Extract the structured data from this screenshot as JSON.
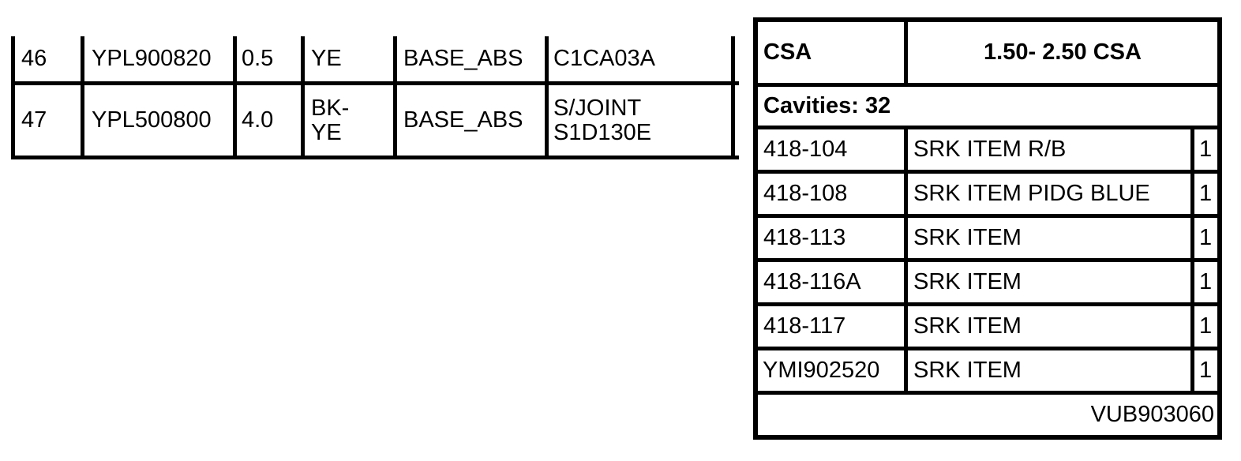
{
  "wire_table": {
    "rows": [
      {
        "num": "46",
        "part": "YPL900820",
        "size": "0.5",
        "color": "YE",
        "base": "BASE_ABS",
        "dest": "C1CA03A"
      },
      {
        "num": "47",
        "part": "YPL500800",
        "size": "4.0",
        "color_line1": "BK-",
        "color_line2": "YE",
        "base": "BASE_ABS",
        "dest_line1": "S/JOINT",
        "dest_line2": "S1D130E"
      }
    ]
  },
  "csa_table": {
    "header_label": "CSA",
    "header_value": "1.50- 2.50 CSA",
    "cavities": "Cavities: 32",
    "items": [
      {
        "code": "418-104",
        "desc": "SRK ITEM R/B",
        "qty": "1"
      },
      {
        "code": "418-108",
        "desc": "SRK ITEM PIDG BLUE",
        "qty": "1"
      },
      {
        "code": "418-113",
        "desc": "SRK ITEM",
        "qty": "1"
      },
      {
        "code": "418-116A",
        "desc": "SRK ITEM",
        "qty": "1"
      },
      {
        "code": "418-117",
        "desc": "SRK ITEM",
        "qty": "1"
      },
      {
        "code": "YMI902520",
        "desc": "SRK ITEM",
        "qty": "1"
      }
    ],
    "footer_code": "VUB903060"
  }
}
